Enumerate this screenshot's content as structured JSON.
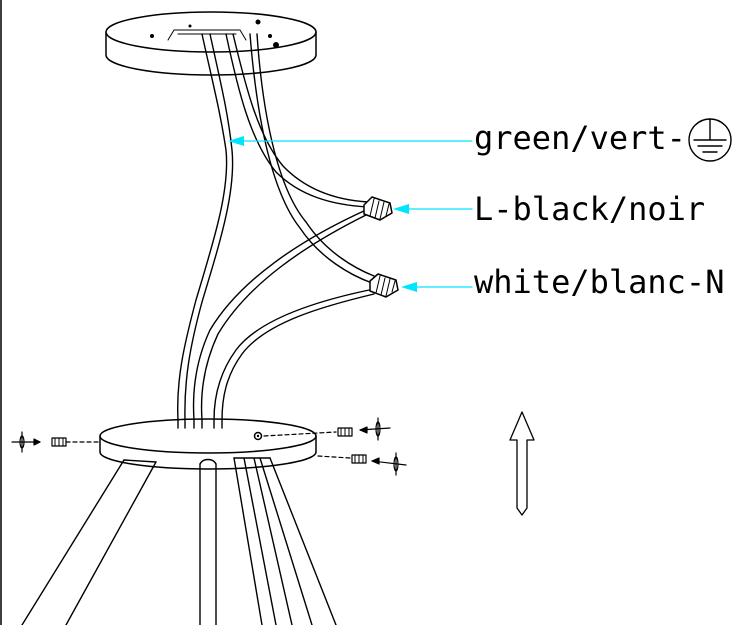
{
  "labels": {
    "ground": "green/vert-",
    "line": "L-black/noir",
    "neutral": "white/blanc-N"
  },
  "icons": {
    "ground": "earth-ground-symbol",
    "direction": "up-arrow"
  },
  "colors": {
    "leader": "#00e5ff",
    "ink": "#000000",
    "background": "#ffffff"
  }
}
